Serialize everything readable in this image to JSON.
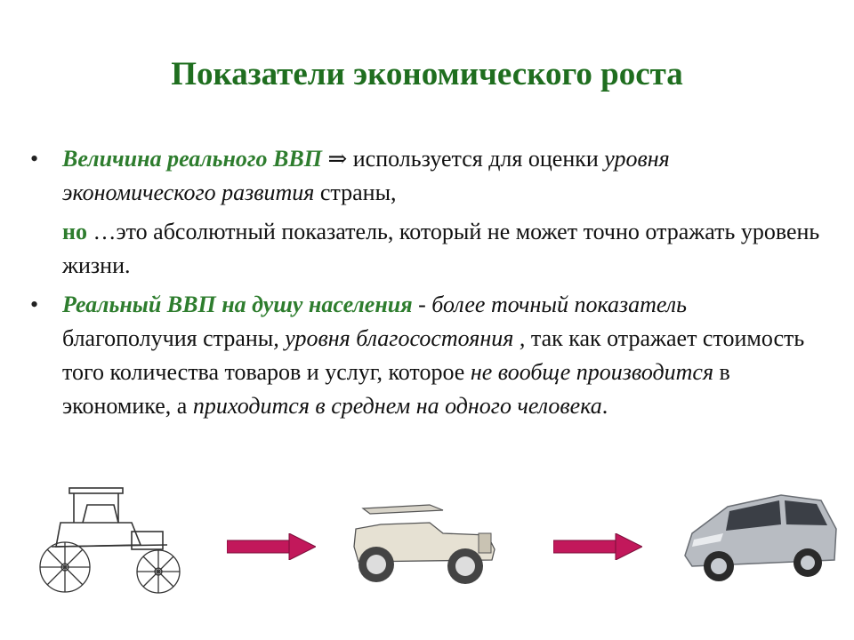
{
  "slide": {
    "title": "Показатели экономического роста",
    "bullet1": {
      "term": "Величина реального ВВП",
      "arrow": "⇒",
      "text_a": " используется для оценки ",
      "ital_a": "уровня экономического развития",
      "text_b": " страны,",
      "but": "но",
      "text_c": " …это абсолютный показатель, который не может точно отражать уровень  жизни."
    },
    "bullet2": {
      "term": "Реальный ВВП на душу населения",
      "ital_a": " - более точный показатель",
      "text_a": " благополучия страны",
      "ital_b": ", уровня благосостояния ,",
      "text_b": " так как отражает стоимость того количества товаров и услуг, которое ",
      "ital_c": "не вообще производится",
      "text_c": " в экономике, а ",
      "ital_d": "приходится в среднем на одного человека",
      "text_d": "."
    },
    "colors": {
      "title": "#1f6e1f",
      "term": "#2e7d2e",
      "arrow": "#c2185b"
    }
  }
}
